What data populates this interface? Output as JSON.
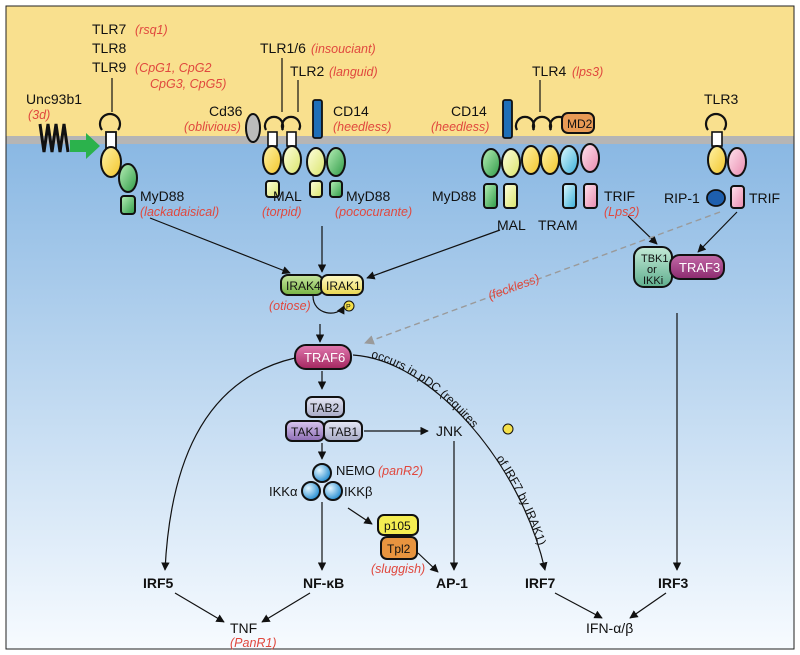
{
  "receptors": {
    "tlr7": "TLR7",
    "tlr7_mut": "(rsq1)",
    "tlr8": "TLR8",
    "tlr9": "TLR9",
    "tlr9_mut_1": "(CpG1, CpG2",
    "tlr9_mut_2": "CpG3, CpG5)",
    "unc93b1": "Unc93b1",
    "unc93b1_mut": "(3d)",
    "tlr16": "TLR1/6",
    "tlr16_mut": "(insouciant)",
    "tlr2": "TLR2",
    "tlr2_mut": "(languid)",
    "cd36": "Cd36",
    "cd36_mut": "(oblivious)",
    "cd14_a": "CD14",
    "cd14_a_mut": "(heedless)",
    "cd14_b": "CD14",
    "cd14_b_mut": "(heedless)",
    "tlr4": "TLR4",
    "tlr4_mut": "(lps3)",
    "md2": "MD2",
    "tlr3": "TLR3"
  },
  "adaptors": {
    "myd88_a": "MyD88",
    "myd88_a_mut": "(lackadaisical)",
    "mal_a": "MAL",
    "mal_a_mut": "(torpid)",
    "myd88_b": "MyD88",
    "myd88_b_mut": "(pococurante)",
    "myd88_c": "MyD88",
    "mal_b": "MAL",
    "tram": "TRAM",
    "trif_a": "TRIF",
    "trif_a_mut": "(Lps2)",
    "rip1": "RIP-1",
    "trif_b": "TRIF"
  },
  "kinases": {
    "irak4": "IRAK4",
    "irak1": "IRAK1",
    "irak_mut": "(otiose)",
    "phospho": "P",
    "traf6": "TRAF6",
    "tab2": "TAB2",
    "tak1": "TAK1",
    "tab1": "TAB1",
    "jnk": "JNK",
    "nemo": "NEMO",
    "nemo_mut": "(panR2)",
    "ikka": "IKKα",
    "ikkb": "IKKβ",
    "p105": "p105",
    "tpl2": "Tpl2",
    "tpl2_mut": "(sluggish)",
    "tbk1_1": "TBK1",
    "tbk1_2": "or",
    "tbk1_3": "IKKi",
    "traf3": "TRAF3",
    "feckless": "(feckless)",
    "pdc_note_1": "occurs in pDC (requires",
    "pdc_note_2": "of IRF7 by IRAK1)"
  },
  "outputs": {
    "irf5": "IRF5",
    "nfkb": "NF-κB",
    "ap1": "AP-1",
    "irf7": "IRF7",
    "irf3": "IRF3",
    "tnf": "TNF",
    "tnf_mut": "(PanR1)",
    "ifn": "IFN-α/β"
  },
  "colors": {
    "membrane_top": "#f9e08e",
    "membrane_line": "#b5b5b5",
    "cytoplasm_top": "#8ab8e3",
    "cytoplasm_bottom": "#f7fbff",
    "mutant_text": "#e0483e",
    "traf_magenta": "#c1407e",
    "tlr_yellow": "#f7d64b",
    "myd88_green": "#4db35a",
    "arrow_green": "#2bb24c"
  }
}
